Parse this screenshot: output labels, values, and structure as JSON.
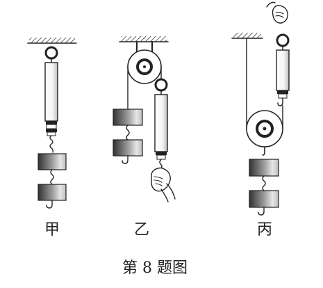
{
  "labels": {
    "a": "甲",
    "b": "乙",
    "c": "丙"
  },
  "caption": "第 8 题图",
  "colors": {
    "ink": "#222222",
    "weight_dark": "#3a3a3a",
    "weight_light": "#d8d8d8"
  }
}
